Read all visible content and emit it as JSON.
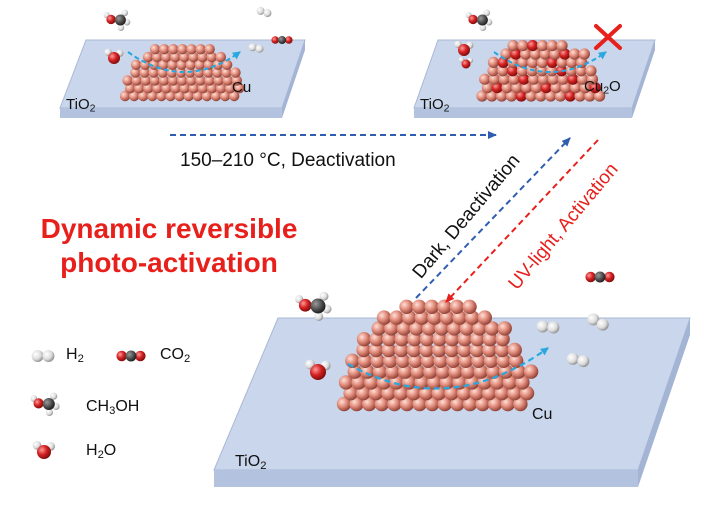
{
  "top_left": {
    "substrate": "TiO",
    "substrate_sub": "2",
    "particle": "Cu"
  },
  "top_right": {
    "substrate": "TiO",
    "substrate_sub": "2",
    "particle": "Cu",
    "particle_sub": "2",
    "particle_tail": "O"
  },
  "bottom": {
    "substrate": "TiO",
    "substrate_sub": "2",
    "particle": "Cu"
  },
  "arrows": {
    "horizontal_label": "150–210 °C, Deactivation",
    "diag_dark_label": "Dark, Deactivation",
    "diag_uv_label": "UV-light, Activation"
  },
  "headline": {
    "line1": "Dynamic reversible",
    "line2": "photo-activation"
  },
  "legend": {
    "h2": "H",
    "h2_sub": "2",
    "co2": "CO",
    "co2_sub": "2",
    "ch3oh_a": "CH",
    "ch3oh_sub": "3",
    "ch3oh_b": "OH",
    "h2o_a": "H",
    "h2o_sub": "2",
    "h2o_b": "O"
  },
  "colors": {
    "substrate_top": "#c9d6ec",
    "substrate_side": "#b2c2df",
    "copper": "#e08a7a",
    "oxide_red": "#d32222",
    "arrow_blue": "#2f5db0",
    "arrow_red": "#e8201c",
    "flow_cyan": "#29a8e0",
    "headline_red": "#e8201c",
    "cross_red": "#e8201c"
  }
}
